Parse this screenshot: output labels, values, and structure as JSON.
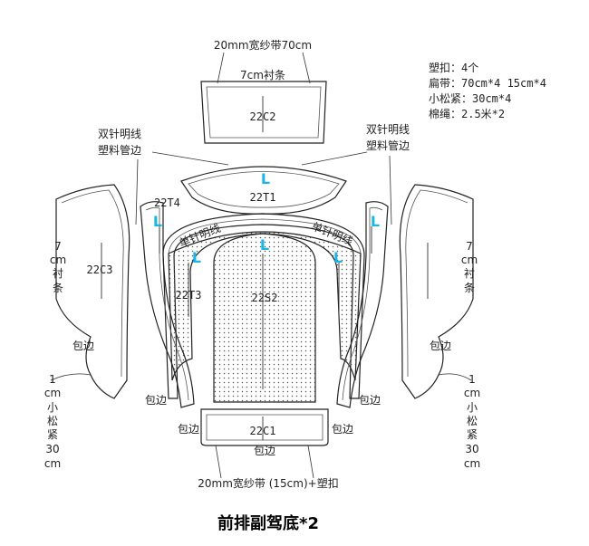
{
  "labels": {
    "top_tape": "20mm宽纱带70cm",
    "liner_top": "7cm衬条",
    "c2": "22C2",
    "t1": "22T1",
    "t4": "22T4",
    "t3": "22T3",
    "s2": "22S2",
    "c3": "22C3",
    "c1": "22C1",
    "double_needle_l": "双针明线",
    "plastic_edge_l": "塑料管边",
    "double_needle_r": "双针明线",
    "plastic_edge_r": "塑料管边",
    "arc_left": "单针明线",
    "arc_right": "单针明线",
    "liner_left": [
      "7",
      "cm",
      "衬",
      "条"
    ],
    "liner_right": [
      "7",
      "cm",
      "衬",
      "条"
    ],
    "binding": "包边",
    "elastic_left": [
      "1",
      "cm",
      "小",
      "松",
      "紧",
      "30",
      "cm"
    ],
    "elastic_right": [
      "1",
      "cm",
      "小",
      "松",
      "紧",
      "30",
      "cm"
    ],
    "bottom_tape": "20mm宽纱带 (15cm)+塑扣",
    "grain_mark": "L",
    "title": "前排副驾底*2"
  },
  "materials": [
    "塑扣：4个",
    "扁带：70cm*4  15cm*4",
    "小松紧：30cm*4",
    "棉绳：2.5米*2"
  ],
  "colors": {
    "grain_mark": "#1ab6e6",
    "outline": "#222222"
  }
}
